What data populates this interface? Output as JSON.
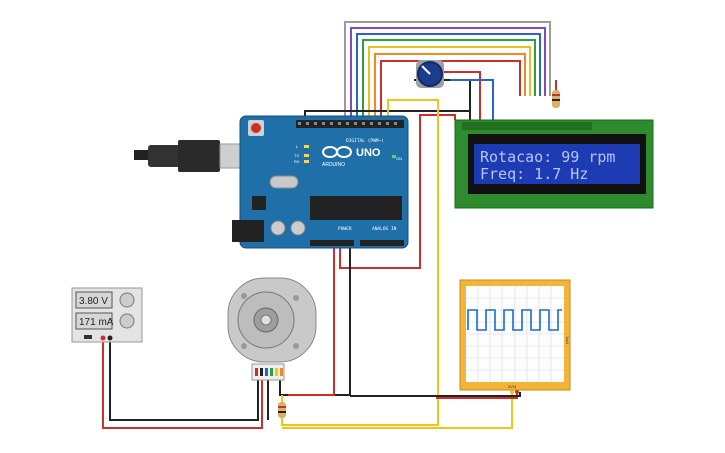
{
  "power_supply": {
    "voltage": "3.80 V",
    "current": "171 mA"
  },
  "arduino": {
    "brand": "ARDUINO",
    "model": "UNO",
    "digital_header": "DIGITAL (PWM~)",
    "power_header": "POWER",
    "analog_header": "ANALOG IN",
    "on_label": "ON",
    "led_l": "L",
    "led_tx": "TX",
    "led_rx": "RX"
  },
  "lcd": {
    "line1": "Rotacao: 99 rpm",
    "line2": "Freq: 1.7 Hz"
  },
  "oscilloscope": {
    "side_label": "1s/d",
    "bottom_label": "5V/d"
  },
  "colors": {
    "board": "#1f6fa8",
    "lcd_pcb": "#2e8b2e",
    "lcd_screen": "#1d3bb3",
    "lcd_text": "#b8c4ff",
    "scope_frame": "#f2b53a",
    "wire_red": "#d83232",
    "wire_black": "#222222",
    "wire_yellow": "#f0c419",
    "signal": "#1a6bd6"
  }
}
